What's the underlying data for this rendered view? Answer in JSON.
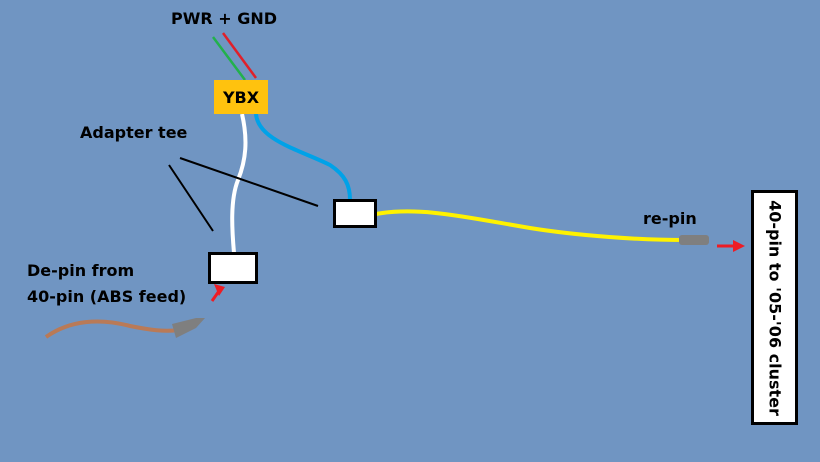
{
  "labels": {
    "power": "PWR + GND",
    "ybx": "YBX",
    "adapter_tee": "Adapter tee",
    "depin_line1": "De-pin from",
    "depin_line2": "40-pin (ABS feed)",
    "repin": "re-pin",
    "cluster": "40-pin to '05-'06 cluster"
  },
  "colors": {
    "background": "#7095c2",
    "ybx_box": "#ffc20e",
    "power_wire": "#e0202a",
    "ground_wire": "#22b14c",
    "signal_wire_white": "#ffffff",
    "signal_wire_blue": "#00a2e8",
    "signal_wire_yellow": "#fff200",
    "feed_wire": "#b97a57",
    "pin": "#7f7f7f",
    "arrow": "#ed1c24"
  }
}
